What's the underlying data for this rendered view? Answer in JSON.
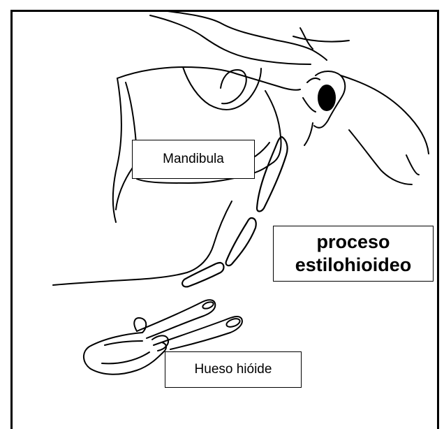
{
  "labels": {
    "mandibula": "Mandibula",
    "proceso_line1": "proceso",
    "proceso_line2": "estilohioideo",
    "hioides": "Hueso hióide"
  },
  "colors": {
    "line": "#000000",
    "background": "#ffffff"
  }
}
